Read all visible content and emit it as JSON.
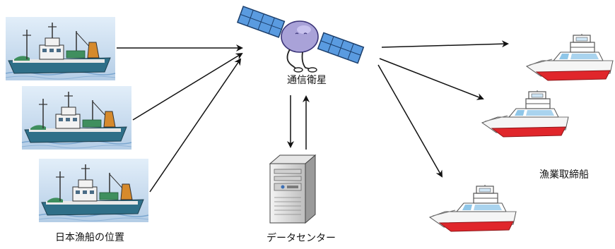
{
  "labels": {
    "fishing_vessel_positions": "日本漁船の位置",
    "satellite": "通信衛星",
    "data_center": "データセンター",
    "patrol_boats": "漁業取締船"
  },
  "colors": {
    "sea_panel": "#c8dcef",
    "satellite_body": "#a9a2d8",
    "solar_panel": "#5a9be0",
    "patrol_hull": "#e0262b",
    "vessel_hull": "#2f6f88",
    "arrow": "#111111"
  },
  "icons": [
    "fishing-vessel-icon",
    "satellite-icon",
    "server-icon",
    "patrol-boat-icon"
  ]
}
